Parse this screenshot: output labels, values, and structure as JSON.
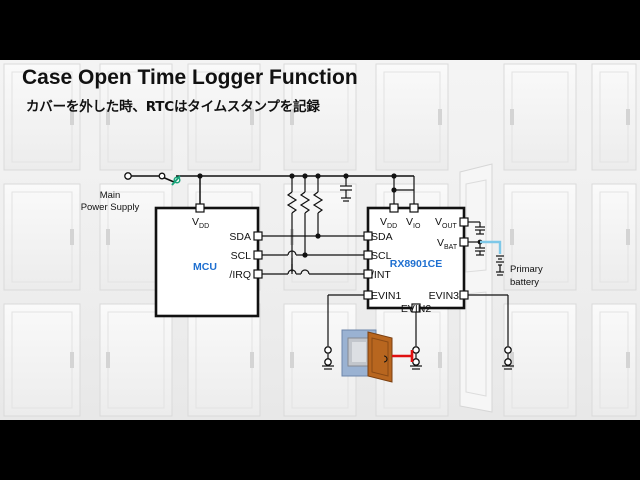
{
  "title": "Case Open Time Logger Function",
  "subtitle": "カバーを外した時、RTCはタイムスタンプを記録",
  "power_label_line1": "Main",
  "power_label_line2": "Power Supply",
  "battery_label_line1": "Primary",
  "battery_label_line2": "battery",
  "mcu": {
    "name": "MCU",
    "vdd_main": "V",
    "vdd_sub": "DD",
    "pins": [
      "SDA",
      "SCL",
      "/IRQ"
    ]
  },
  "rtc": {
    "name": "RX8901CE",
    "vdd_main": "V",
    "vdd_sub": "DD",
    "vio_main": "V",
    "vio_sub": "IO",
    "vout_main": "V",
    "vout_sub": "OUT",
    "vbat_main": "V",
    "vbat_sub": "BAT",
    "pins_left": [
      "SDA",
      "SCL",
      "/INT",
      "EVIN1"
    ],
    "evin2": "EVIN2",
    "evin3": "EVIN3"
  },
  "colors": {
    "mcu_name": "#1e6fd0",
    "rtc_name": "#1e6fd0",
    "switch_accent": "#1aa37a",
    "battery_wire": "#7ec8e8",
    "door": "#b8661f",
    "contact": "#e01010"
  }
}
